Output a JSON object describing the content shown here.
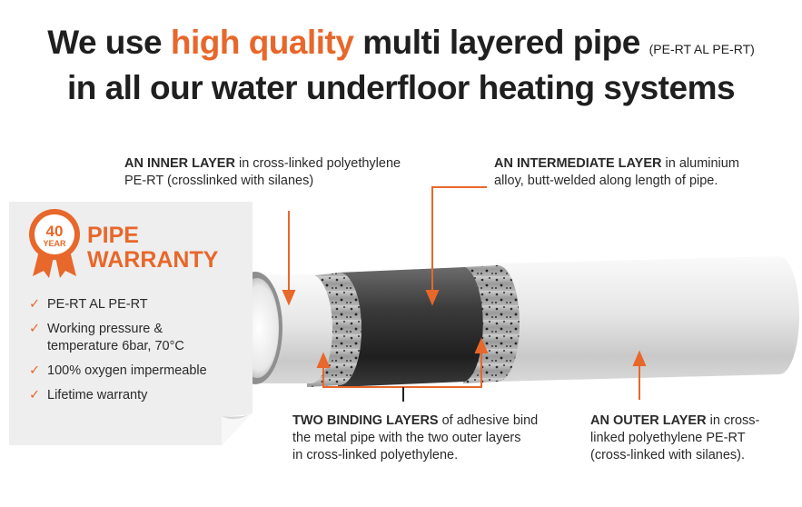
{
  "headline": {
    "line1_prefix": "We use ",
    "line1_highlight": "high quality",
    "line1_suffix": " multi layered pipe ",
    "line1_small": "(PE-RT AL PE-RT)",
    "line2": "in all our water underfloor heating systems"
  },
  "callouts": {
    "inner": {
      "bold": "AN INNER LAYER",
      "line1_rest": " in cross-linked polyethylene",
      "line2": "PE-RT (crosslinked with silanes)"
    },
    "intermediate": {
      "bold": "AN INTERMEDIATE LAYER",
      "line1_rest": " in aluminium",
      "line2": "alloy, butt-welded along length of pipe."
    },
    "binding": {
      "bold": "TWO BINDING LAYERS",
      "line1_rest": " of adhesive bind",
      "line2": "the metal pipe with the two outer layers",
      "line3": "in cross-linked polyethylene."
    },
    "outer": {
      "bold": "AN OUTER LAYER",
      "line1_rest": " in cross-",
      "line2": "linked polyethylene PE-RT",
      "line3": "(cross-linked with silanes)."
    }
  },
  "warranty": {
    "badge_number": "40",
    "badge_label": "YEAR",
    "title_line1": "PIPE",
    "title_line2": "WARRANTY",
    "features": [
      {
        "line1": "PE-RT AL PE-RT",
        "line2": ""
      },
      {
        "line1": "Working pressure &",
        "line2": "temperature 6bar, 70°C"
      },
      {
        "line1": "100% oxygen impermeable",
        "line2": ""
      },
      {
        "line1": "Lifetime warranty",
        "line2": ""
      }
    ],
    "tick": "✓"
  },
  "colors": {
    "accent": "#e8672a",
    "text": "#1f1f1f",
    "card": "#eeeeee",
    "pipe_white": "#f2f2f2",
    "aluminium": "#3a3a3a"
  }
}
